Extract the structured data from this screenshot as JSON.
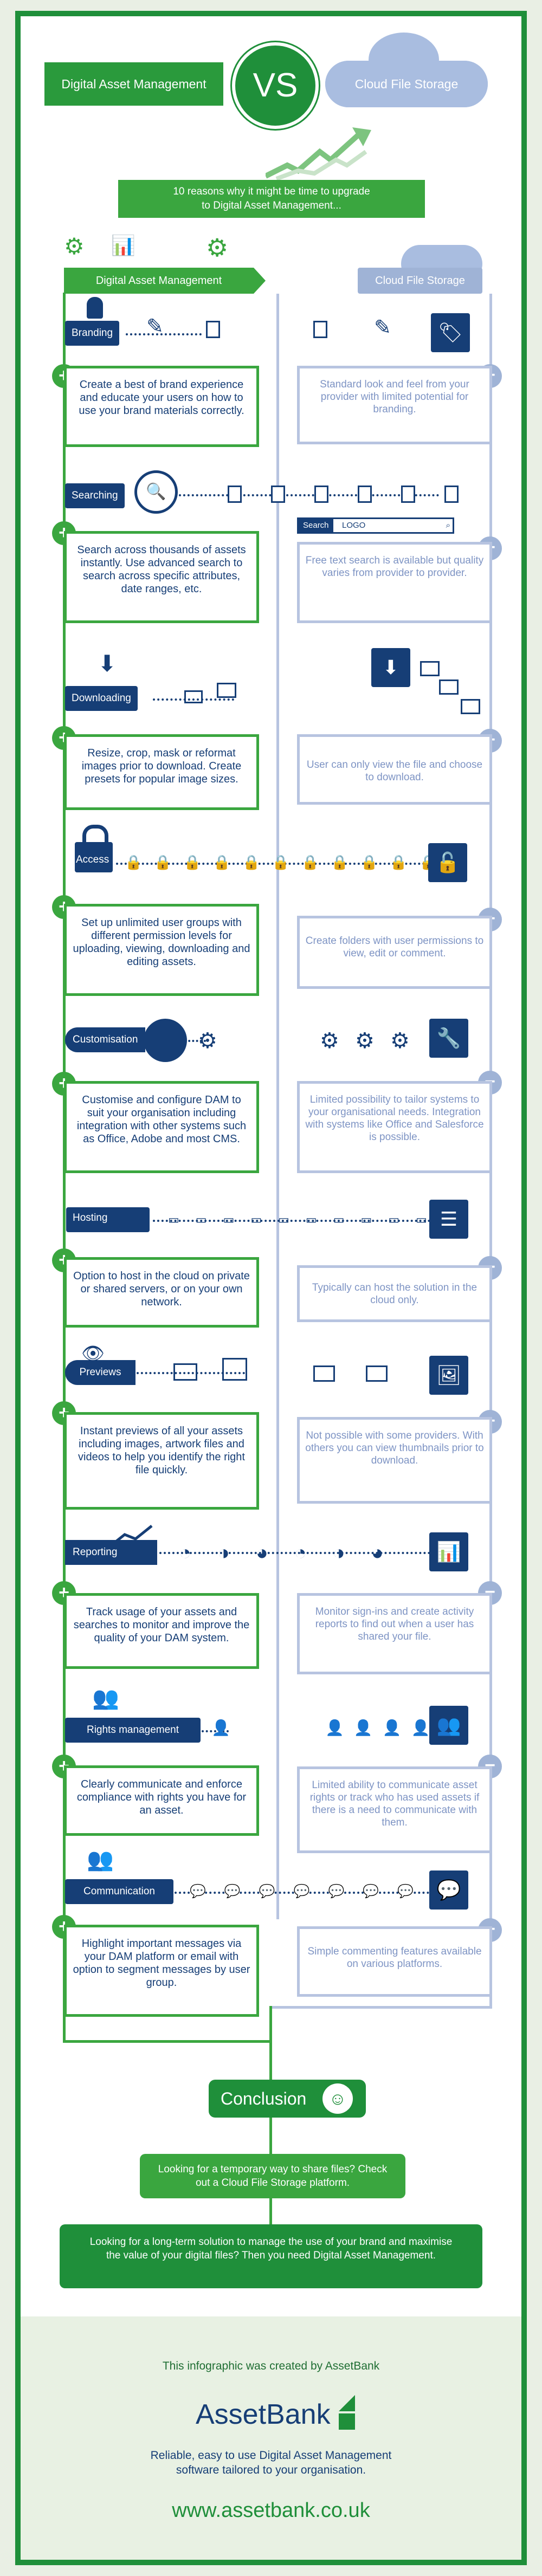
{
  "header": {
    "left_title": "Digital Asset Management",
    "vs": "VS",
    "right_title": "Cloud File Storage",
    "subtitle_line1": "10 reasons why it might be time to upgrade",
    "subtitle_line2": "to Digital Asset Management..."
  },
  "columns": {
    "dam": "Digital Asset Management",
    "cfs": "Cloud File Storage"
  },
  "sections": [
    {
      "label": "Branding",
      "dam": "Create a best of brand experience and educate your users on how to use your brand materials correctly.",
      "cfs": "Standard look and feel from your provider with limited potential for branding."
    },
    {
      "label": "Searching",
      "dam": "Search across thousands of assets instantly. Use advanced search to search across specific attributes, date ranges, etc.",
      "cfs": "Free text search is available but quality varies from provider to provider.",
      "search_label": "Search",
      "search_value": "LOGO"
    },
    {
      "label": "Downloading",
      "dam": "Resize, crop, mask or reformat images prior to download. Create presets for popular image sizes.",
      "cfs": "User can only view the file and choose to download."
    },
    {
      "label": "Access",
      "dam": "Set up unlimited user groups with different permission levels for uploading, viewing, downloading and editing assets.",
      "cfs": "Create folders with user permissions to view, edit or comment."
    },
    {
      "label": "Customisation",
      "dam": "Customise and configure DAM to suit your organisation including integration with other systems such as Office, Adobe and most CMS.",
      "cfs": "Limited possibility to tailor systems to your organisational needs. Integration with systems like Office and Salesforce is possible."
    },
    {
      "label": "Hosting",
      "dam": "Option to host in the cloud on private or shared servers, or on your own network.",
      "cfs": "Typically can host the solution in the cloud only."
    },
    {
      "label": "Previews",
      "dam": "Instant previews of all your assets including images, artwork files and videos to help you identify the right file quickly.",
      "cfs": "Not possible with some providers. With others you can view thumbnails prior to download."
    },
    {
      "label": "Reporting",
      "dam": "Track usage of your assets and searches to monitor and improve the quality of your DAM system.",
      "cfs": "Monitor sign-ins and create activity reports to find out when a user has shared your file."
    },
    {
      "label": "Rights management",
      "dam": "Clearly communicate and enforce compliance with rights you have for an asset.",
      "cfs": "Limited ability to communicate asset rights or track who has used assets if there is a need to communicate with them."
    },
    {
      "label": "Communication",
      "dam": "Highlight important messages via your DAM platform or email with option to segment messages by user group.",
      "cfs": "Simple commenting features available on various platforms."
    }
  ],
  "conclusion": {
    "title": "Conclusion",
    "box1": "Looking for a temporary way to share files? Check out a Cloud File Storage platform.",
    "box2": "Looking for a long-term solution to manage the use of your brand and maximise the value of your digital files? Then you need Digital Asset Management."
  },
  "footer": {
    "created_by": "This infographic was created by AssetBank",
    "brand": "AssetBank",
    "tagline": "Reliable, easy to use Digital Asset Management software tailored to your organisation.",
    "url": "www.assetbank.co.uk"
  },
  "colors": {
    "green": "#1f8f3a",
    "light_green": "#3aa63f",
    "navy": "#163e76",
    "cloud_grey": "#9fb3d6"
  }
}
